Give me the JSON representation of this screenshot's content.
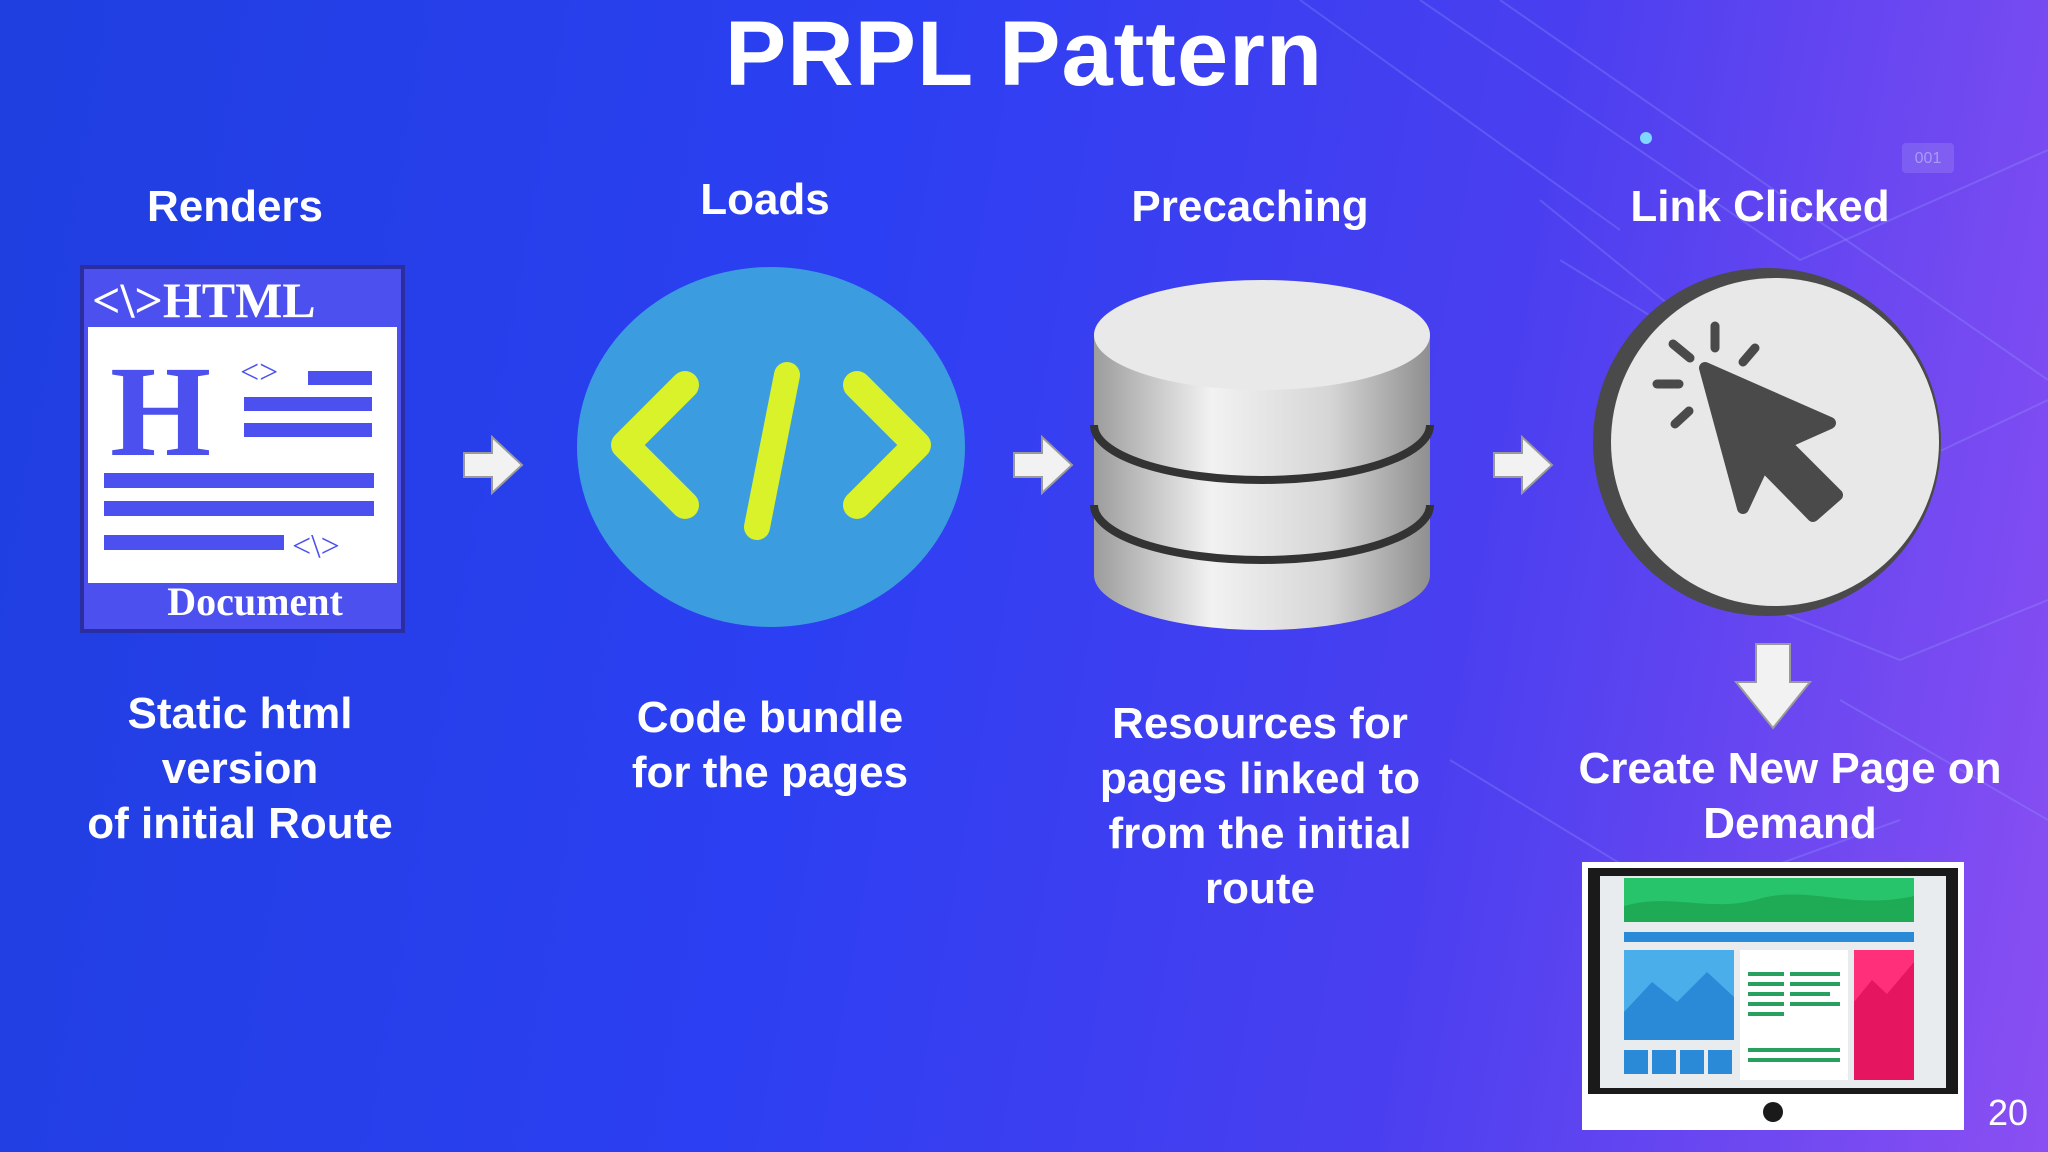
{
  "title": "PRPL Pattern",
  "steps": [
    {
      "label": "Renders",
      "caption": [
        "Static html",
        "version",
        "of initial Route"
      ],
      "icon": "html-document-icon"
    },
    {
      "label": "Loads",
      "caption": [
        "Code bundle",
        "for the pages"
      ],
      "icon": "code-icon"
    },
    {
      "label": "Precaching",
      "caption": [
        "Resources for",
        "pages linked to",
        "from the initial",
        "route"
      ],
      "icon": "database-icon"
    },
    {
      "label": "Link Clicked",
      "caption": [
        "Create New Page on",
        "Demand"
      ],
      "icon": "cursor-click-icon"
    }
  ],
  "html_icon": {
    "header": "<\\>HTML",
    "letter": "H",
    "tag_open": "<>",
    "tag_close": "<\\>",
    "footer": "Document"
  },
  "bg_badge": "001",
  "page_number": "20",
  "colors": {
    "accent_yellow": "#d9f22a",
    "code_circle": "#3b9de0",
    "html_blue": "#4b50ee",
    "cursor_gray": "#4a4a4a"
  }
}
